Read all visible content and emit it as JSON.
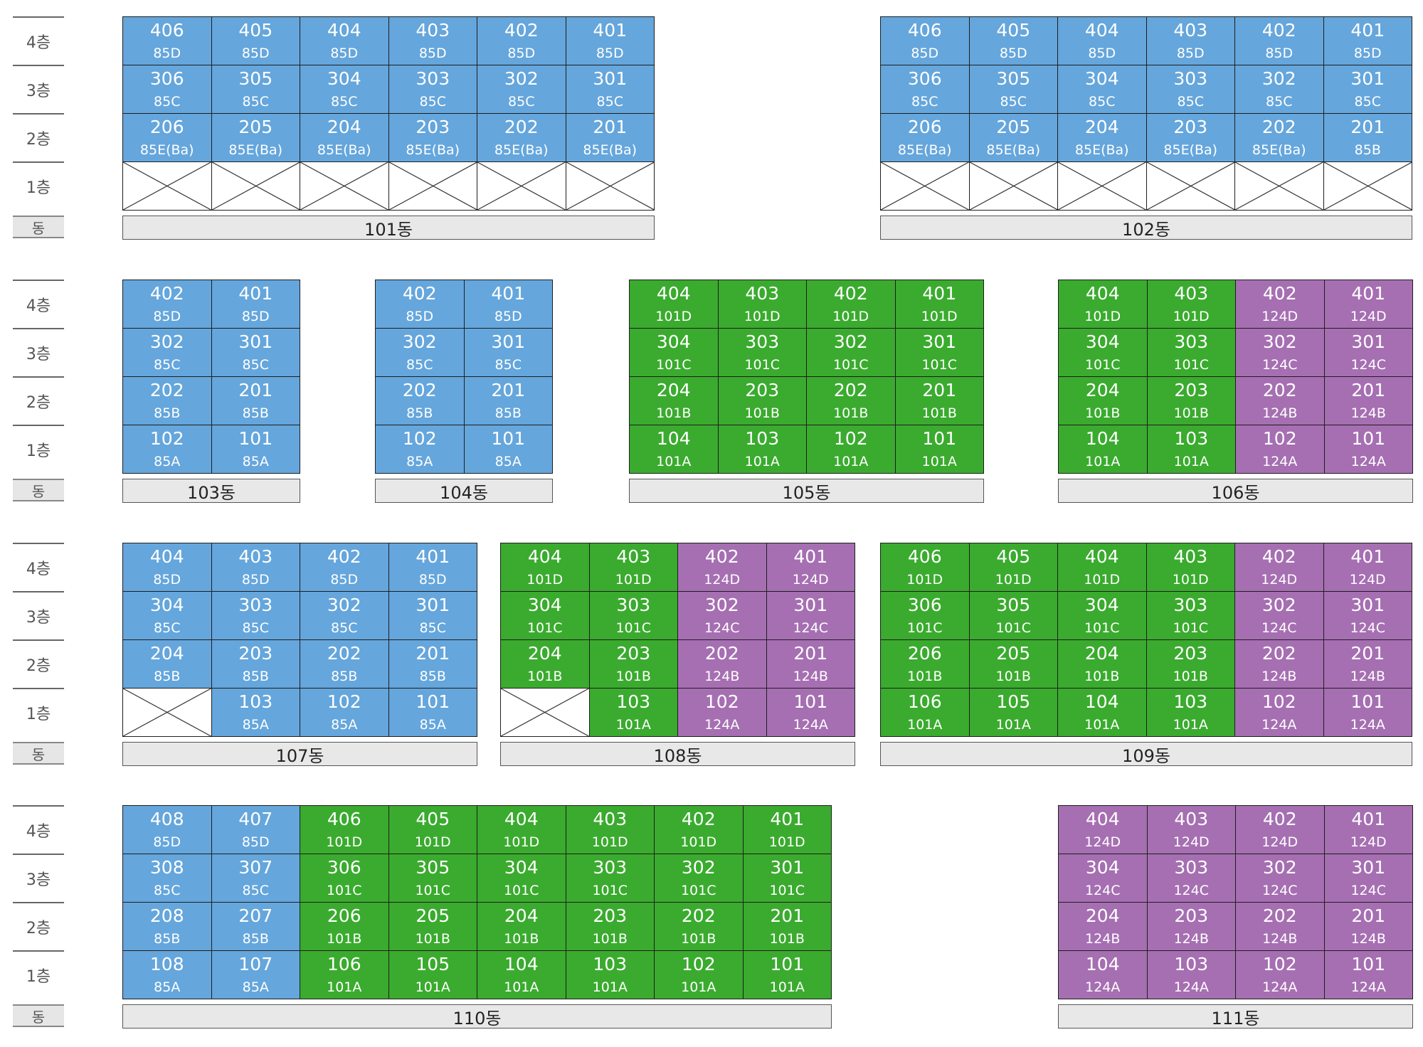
{
  "labels": {
    "floors": [
      "4층",
      "3층",
      "2층",
      "1층"
    ],
    "dong": "동"
  },
  "colors": {
    "85": "#65a6dc",
    "101": "#3aab2e",
    "124": "#a66fb2",
    "empty": "#ffffff"
  },
  "rows": [
    {
      "buildings": [
        {
          "name": "101동",
          "cols": [
            "406",
            "405",
            "404",
            "403",
            "402",
            "401"
          ],
          "floors": [
            [
              "85D",
              "85D",
              "85D",
              "85D",
              "85D",
              "85D"
            ],
            [
              "85C",
              "85C",
              "85C",
              "85C",
              "85C",
              "85C"
            ],
            [
              "85E(Ba)",
              "85E(Ba)",
              "85E(Ba)",
              "85E(Ba)",
              "85E(Ba)",
              "85E(Ba)"
            ],
            [
              null,
              null,
              null,
              null,
              null,
              null
            ]
          ]
        },
        {
          "name": "102동",
          "cols": [
            "406",
            "405",
            "404",
            "403",
            "402",
            "401"
          ],
          "floors": [
            [
              "85D",
              "85D",
              "85D",
              "85D",
              "85D",
              "85D"
            ],
            [
              "85C",
              "85C",
              "85C",
              "85C",
              "85C",
              "85C"
            ],
            [
              "85E(Ba)",
              "85E(Ba)",
              "85E(Ba)",
              "85E(Ba)",
              "85E(Ba)",
              "85B"
            ],
            [
              null,
              null,
              null,
              null,
              null,
              null
            ]
          ]
        }
      ]
    },
    {
      "buildings": [
        {
          "name": "103동",
          "cols": [
            "402",
            "401"
          ],
          "floors": [
            [
              "85D",
              "85D"
            ],
            [
              "85C",
              "85C"
            ],
            [
              "85B",
              "85B"
            ],
            [
              "85A",
              "85A"
            ]
          ]
        },
        {
          "name": "104동",
          "cols": [
            "402",
            "401"
          ],
          "floors": [
            [
              "85D",
              "85D"
            ],
            [
              "85C",
              "85C"
            ],
            [
              "85B",
              "85B"
            ],
            [
              "85A",
              "85A"
            ]
          ]
        },
        {
          "name": "105동",
          "cols": [
            "404",
            "403",
            "402",
            "401"
          ],
          "floors": [
            [
              "101D",
              "101D",
              "101D",
              "101D"
            ],
            [
              "101C",
              "101C",
              "101C",
              "101C"
            ],
            [
              "101B",
              "101B",
              "101B",
              "101B"
            ],
            [
              "101A",
              "101A",
              "101A",
              "101A"
            ]
          ]
        },
        {
          "name": "106동",
          "cols": [
            "404",
            "403",
            "402",
            "401"
          ],
          "floors": [
            [
              "101D",
              "101D",
              "124D",
              "124D"
            ],
            [
              "101C",
              "101C",
              "124C",
              "124C"
            ],
            [
              "101B",
              "101B",
              "124B",
              "124B"
            ],
            [
              "101A",
              "101A",
              "124A",
              "124A"
            ]
          ]
        }
      ]
    },
    {
      "buildings": [
        {
          "name": "107동",
          "cols": [
            "404",
            "403",
            "402",
            "401"
          ],
          "floors": [
            [
              "85D",
              "85D",
              "85D",
              "85D"
            ],
            [
              "85C",
              "85C",
              "85C",
              "85C"
            ],
            [
              "85B",
              "85B",
              "85B",
              "85B"
            ],
            [
              null,
              "85A",
              "85A",
              "85A"
            ]
          ]
        },
        {
          "name": "108동",
          "cols": [
            "404",
            "403",
            "402",
            "401"
          ],
          "floors": [
            [
              "101D",
              "101D",
              "124D",
              "124D"
            ],
            [
              "101C",
              "101C",
              "124C",
              "124C"
            ],
            [
              "101B",
              "101B",
              "124B",
              "124B"
            ],
            [
              null,
              "101A",
              "124A",
              "124A"
            ]
          ]
        },
        {
          "name": "109동",
          "cols": [
            "406",
            "405",
            "404",
            "403",
            "402",
            "401"
          ],
          "floors": [
            [
              "101D",
              "101D",
              "101D",
              "101D",
              "124D",
              "124D"
            ],
            [
              "101C",
              "101C",
              "101C",
              "101C",
              "124C",
              "124C"
            ],
            [
              "101B",
              "101B",
              "101B",
              "101B",
              "124B",
              "124B"
            ],
            [
              "101A",
              "101A",
              "101A",
              "101A",
              "124A",
              "124A"
            ]
          ]
        }
      ]
    },
    {
      "buildings": [
        {
          "name": "110동",
          "cols": [
            "408",
            "407",
            "406",
            "405",
            "404",
            "403",
            "402",
            "401"
          ],
          "floors": [
            [
              "85D",
              "85D",
              "101D",
              "101D",
              "101D",
              "101D",
              "101D",
              "101D"
            ],
            [
              "85C",
              "85C",
              "101C",
              "101C",
              "101C",
              "101C",
              "101C",
              "101C"
            ],
            [
              "85B",
              "85B",
              "101B",
              "101B",
              "101B",
              "101B",
              "101B",
              "101B"
            ],
            [
              "85A",
              "85A",
              "101A",
              "101A",
              "101A",
              "101A",
              "101A",
              "101A"
            ]
          ]
        },
        {
          "name": "111동",
          "cols": [
            "404",
            "403",
            "402",
            "401"
          ],
          "floors": [
            [
              "124D",
              "124D",
              "124D",
              "124D"
            ],
            [
              "124C",
              "124C",
              "124C",
              "124C"
            ],
            [
              "124B",
              "124B",
              "124B",
              "124B"
            ],
            [
              "124A",
              "124A",
              "124A",
              "124A"
            ]
          ]
        }
      ]
    }
  ]
}
